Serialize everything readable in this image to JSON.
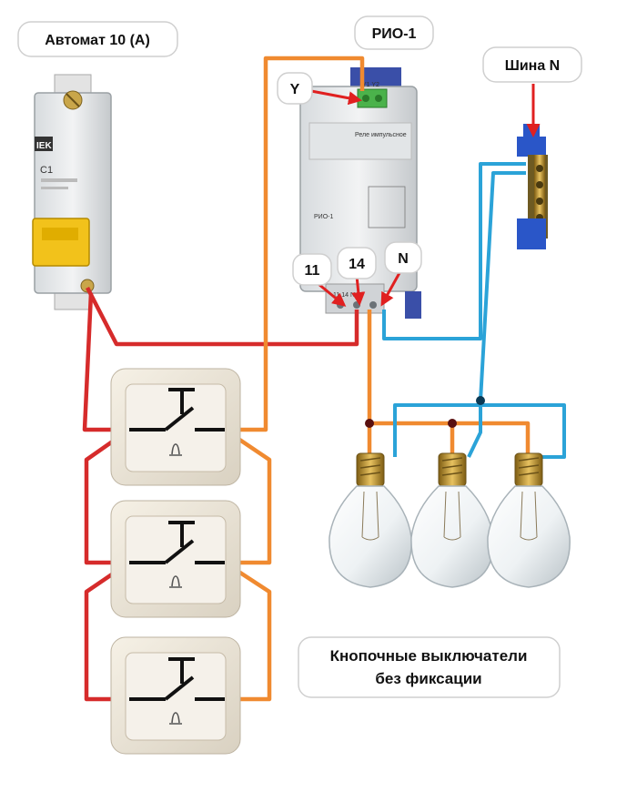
{
  "labels": {
    "breaker": "Автомат 10 (А)",
    "relay": "РИО-1",
    "bus": "Шина N",
    "terminal_y": "Y",
    "terminal_11": "11",
    "terminal_14": "14",
    "terminal_n": "N",
    "caption_line1": "Кнопочные выключатели",
    "caption_line2": "без фиксации"
  },
  "breaker_face": {
    "brand": "IEK",
    "rating": "C1"
  },
  "relay_face": {
    "line1": "Реле импульсное",
    "line2": "РИО-1",
    "top_terminals": "Y1  Y2",
    "bottom_terminals": "11  14  N"
  },
  "wire_colors": {
    "phase": "#d62b2b",
    "switched": "#f08a30",
    "neutral": "#2ba3d8",
    "callout_arrow": "#e02020"
  },
  "icons": {
    "button": "doorbell-icon",
    "lamp": "incandescent-bulb-icon"
  }
}
